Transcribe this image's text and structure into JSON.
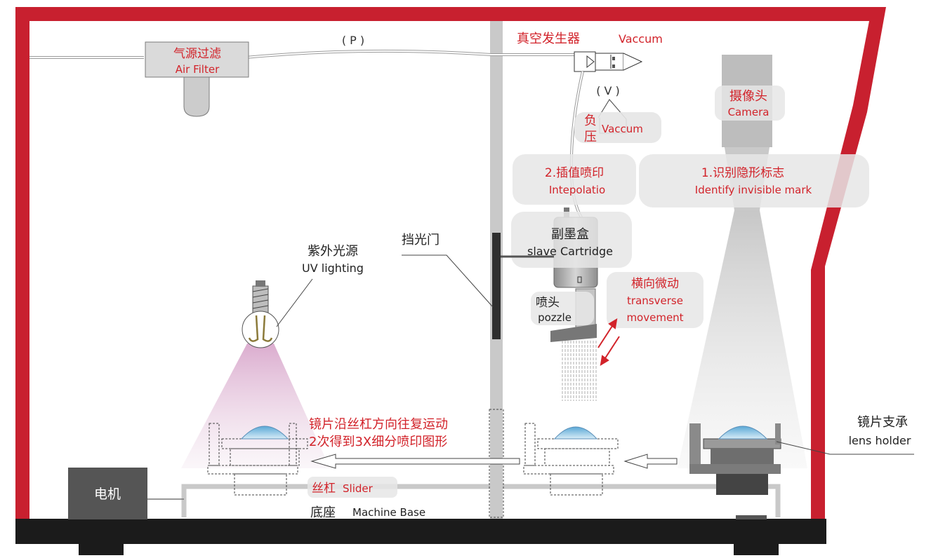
{
  "colors": {
    "frame_red": "#c8202f",
    "label_red": "#d2232a",
    "base_black": "#1b1b1b",
    "motor_gray": "#555555",
    "pale_bubble": "#e6e6e6"
  },
  "labels": {
    "air_filter_cn": "气源过滤",
    "air_filter_en": "Air Filter",
    "pressure": "( P )",
    "vacuum_gen_cn": "真空发生器",
    "vacuum_gen_en": "Vaccum",
    "v_label": "( V )",
    "neg_pressure_1": "负",
    "neg_pressure_2": "压",
    "neg_pressure_en": "Vaccum",
    "camera_cn": "摄像头",
    "camera_en": "Camera",
    "step2_cn": "2.插值喷印",
    "step2_en": "Intepolatio",
    "step1_cn": "1.识别隐形标志",
    "step1_en": "Identify invisible mark",
    "cartridge_cn": "副墨盒",
    "cartridge_en": "slave Cartridge",
    "shutter_cn": "挡光门",
    "uv_cn": "紫外光源",
    "uv_en": "UV lighting",
    "transverse_cn": "横向微动",
    "transverse_en1": "transverse",
    "transverse_en2": "movement",
    "nozzle_cn": "喷头",
    "nozzle_en": "pozzle",
    "lens_move_1": "镜片沿丝杠方向往复运动",
    "lens_move_2": "2次得到3X细分喷印图形",
    "lens_holder_cn": "镜片支承",
    "lens_holder_en": "lens holder",
    "motor_cn": "电机",
    "slider_cn": "丝杠",
    "slider_en": "Slider",
    "base_cn": "底座",
    "base_en": "Machine Base"
  }
}
